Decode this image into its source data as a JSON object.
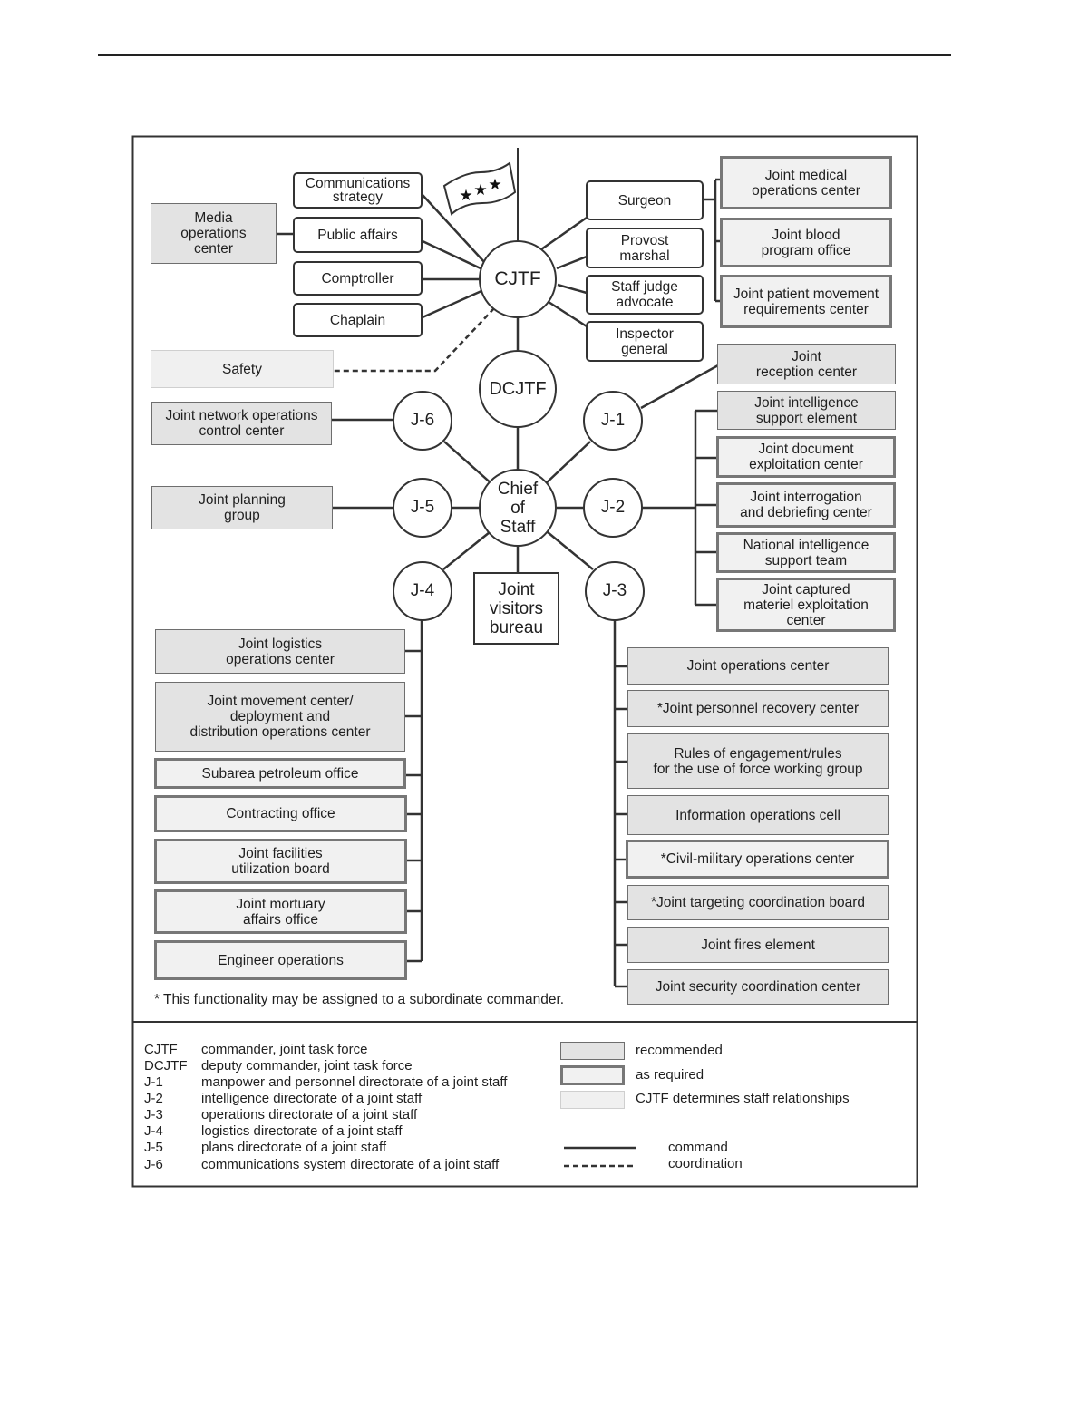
{
  "diagram": {
    "nodes": {
      "cjtf": "CJTF",
      "dcjtf": "DCJTF",
      "chief_of_staff": "Chief\nof\nStaff",
      "j1": "J-1",
      "j2": "J-2",
      "j3": "J-3",
      "j4": "J-4",
      "j5": "J-5",
      "j6": "J-6",
      "joint_visitors_bureau": "Joint\nvisitors\nbureau"
    },
    "personal_staff": {
      "communications_strategy": "Communications\nstrategy",
      "public_affairs": "Public affairs",
      "comptroller": "Comptroller",
      "chaplain": "Chaplain",
      "surgeon": "Surgeon",
      "provost_marshal": "Provost\nmarshal",
      "staff_judge_advocate": "Staff judge\nadvocate",
      "inspector_general": "Inspector\ngeneral"
    },
    "elements": {
      "media_operations_center": "Media\noperations\ncenter",
      "safety": "Safety",
      "joint_medical_operations_center": "Joint medical\noperations center",
      "joint_blood_program_office": "Joint blood\nprogram office",
      "joint_patient_movement_requirements_center": "Joint patient movement\nrequirements center",
      "joint_reception_center": "Joint\nreception center",
      "joint_network_operations_control_center": "Joint network operations\ncontrol center",
      "joint_planning_group": "Joint planning\ngroup",
      "joint_intelligence_support_element": "Joint intelligence\nsupport element",
      "joint_document_exploitation_center": "Joint document\nexploitation center",
      "joint_interrogation_and_debriefing_center": "Joint interrogation\nand debriefing center",
      "national_intelligence_support_team": "National intelligence\nsupport team",
      "joint_captured_materiel_exploitation_center": "Joint captured\nmateriel exploitation\ncenter"
    },
    "j4_elements": [
      "Joint logistics\noperations center",
      "Joint movement center/\ndeployment and\ndistribution operations center",
      "Subarea petroleum office",
      "Contracting office",
      "Joint facilities\nutilization board",
      "Joint mortuary\naffairs office",
      "Engineer operations"
    ],
    "j3_elements": [
      "Joint operations center",
      "*Joint personnel recovery center",
      "Rules of engagement/rules\nfor the use of force working group",
      "Information operations cell",
      "*Civil-military operations center",
      "*Joint targeting coordination board",
      "Joint fires element",
      "Joint security coordination center"
    ],
    "footnote": "* This functionality may be assigned to a subordinate commander."
  },
  "legend": {
    "abbreviations": [
      {
        "abbr": "CJTF",
        "definition": "commander, joint task force"
      },
      {
        "abbr": "DCJTF",
        "definition": "deputy commander, joint task force"
      },
      {
        "abbr": "J-1",
        "definition": "manpower and personnel directorate of a joint staff"
      },
      {
        "abbr": "J-2",
        "definition": "intelligence directorate of a joint staff"
      },
      {
        "abbr": "J-3",
        "definition": "operations directorate of a joint staff"
      },
      {
        "abbr": "J-4",
        "definition": "logistics directorate of a joint staff"
      },
      {
        "abbr": "J-5",
        "definition": "plans directorate of a joint staff"
      },
      {
        "abbr": "J-6",
        "definition": "communications system directorate of a joint staff"
      }
    ],
    "box_styles": {
      "recommended": "recommended",
      "as_required": "as required",
      "cjtf_determines": "CJTF determines staff relationships"
    },
    "line_styles": {
      "command": "command",
      "coordination": "coordination"
    }
  },
  "colors": {
    "recommended_fill": "#e3e3e3",
    "as_required_fill": "#f1f1f1",
    "cjtf_determines_fill": "#f0f0f0",
    "line": "#333333"
  }
}
